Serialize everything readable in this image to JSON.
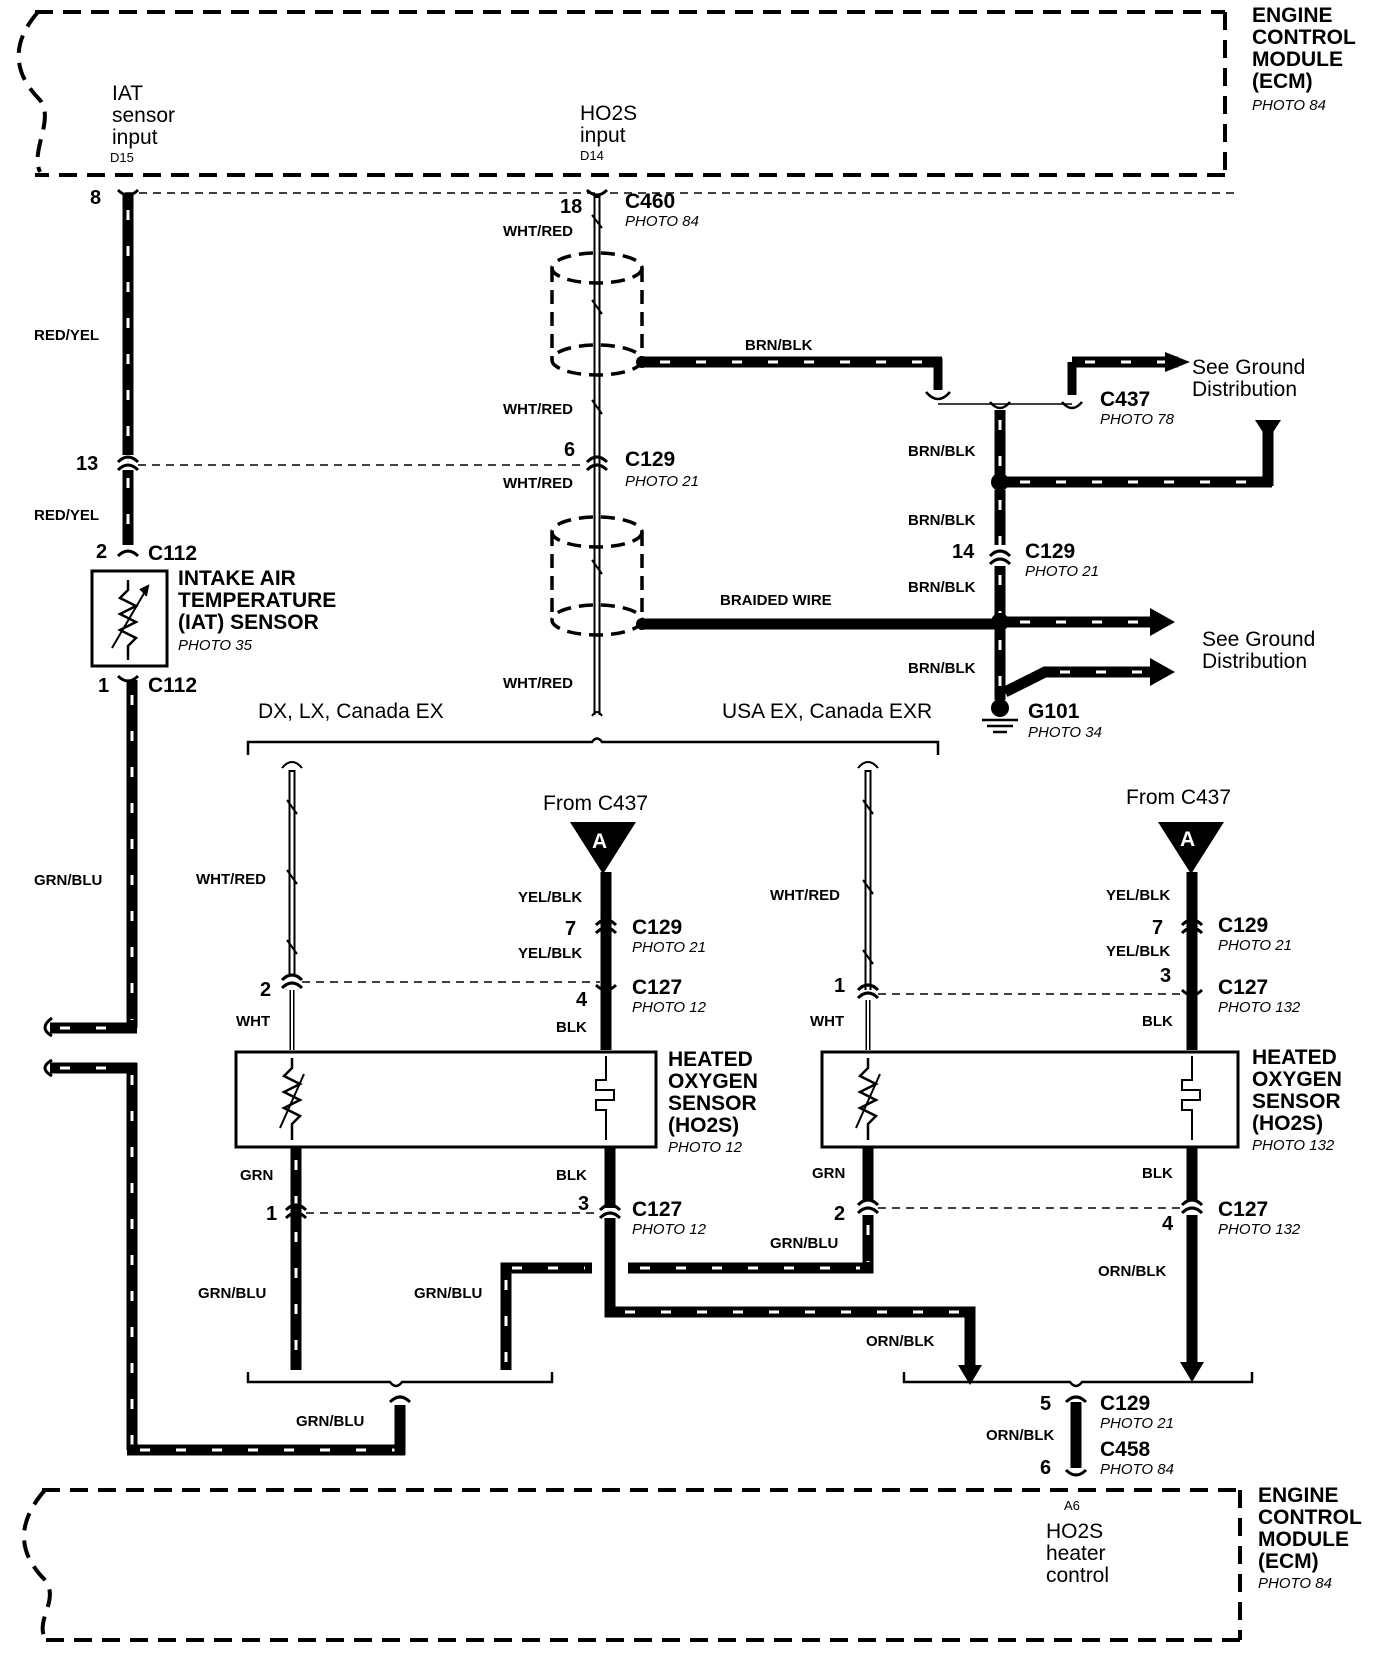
{
  "ecm_top": {
    "title_lines": [
      "ENGINE",
      "CONTROL",
      "MODULE",
      "(ECM)"
    ],
    "photo": "PHOTO 84",
    "iat_input": {
      "lines": [
        "IAT",
        "sensor",
        "input"
      ],
      "pin": "D15"
    },
    "ho2s_input": {
      "lines": [
        "HO2S",
        "input"
      ],
      "pin": "D14"
    }
  },
  "ecm_bottom": {
    "title_lines": [
      "ENGINE",
      "CONTROL",
      "MODULE",
      "(ECM)"
    ],
    "photo": "PHOTO 84",
    "heater": {
      "pin": "A6",
      "lines": [
        "HO2S",
        "heater",
        "control"
      ]
    }
  },
  "connectors": {
    "c460": {
      "name": "C460",
      "photo": "PHOTO 84",
      "pin_top": "18",
      "pin_left": "8"
    },
    "c129_a": {
      "name": "C129",
      "photo": "PHOTO 21",
      "pin_right": "6",
      "pin_left": "13"
    },
    "c112_top": {
      "name": "C112",
      "pin": "2"
    },
    "c112_bot": {
      "name": "C112",
      "pin": "1"
    },
    "c437": {
      "name": "C437",
      "photo": "PHOTO 78"
    },
    "c129_b": {
      "name": "C129",
      "photo": "PHOTO 21",
      "pin": "14"
    },
    "g101": {
      "name": "G101",
      "photo": "PHOTO 34"
    },
    "c129_l": {
      "name": "C129",
      "photo": "PHOTO 21",
      "pin": "7"
    },
    "c127_l_top": {
      "name": "C127",
      "photo": "PHOTO 12",
      "pin_left": "2",
      "pin_right": "4"
    },
    "c127_l_bot": {
      "name": "C127",
      "photo": "PHOTO 12",
      "pin_left": "1",
      "pin_right": "3"
    },
    "c129_r": {
      "name": "C129",
      "photo": "PHOTO 21",
      "pin": "7"
    },
    "c127_r_top": {
      "name": "C127",
      "photo": "PHOTO 132",
      "pin_left": "1",
      "pin_right": "3"
    },
    "c127_r_bot": {
      "name": "C127",
      "photo": "PHOTO 132",
      "pin_left": "2",
      "pin_right": "4"
    },
    "c129_bottom": {
      "name": "C129",
      "photo": "PHOTO 21",
      "pin": "5"
    },
    "c458": {
      "name": "C458",
      "photo": "PHOTO 84",
      "pin": "6"
    }
  },
  "iat_sensor": {
    "lines": [
      "INTAKE AIR",
      "TEMPERATURE",
      "(IAT) SENSOR"
    ],
    "photo": "PHOTO 35"
  },
  "ho2s_left": {
    "lines": [
      "HEATED",
      "OXYGEN",
      "SENSOR",
      "(HO2S)"
    ],
    "photo": "PHOTO 12"
  },
  "ho2s_right": {
    "lines": [
      "HEATED",
      "OXYGEN",
      "SENSOR",
      "(HO2S)"
    ],
    "photo": "PHOTO 132"
  },
  "variants": {
    "left": "DX, LX, Canada EX",
    "right": "USA EX, Canada EXR"
  },
  "from_left": {
    "text": "From C437",
    "letter": "A"
  },
  "from_right": {
    "text": "From C437",
    "letter": "A"
  },
  "ground_1": {
    "lines": [
      "See Ground",
      "Distribution"
    ]
  },
  "ground_2": {
    "lines": [
      "See Ground",
      "Distribution"
    ]
  },
  "wires": {
    "red_yel_1": "RED/YEL",
    "red_yel_2": "RED/YEL",
    "grn_blu_1": "GRN/BLU",
    "wht_red_1": "WHT/RED",
    "wht_red_2": "WHT/RED",
    "wht_red_3": "WHT/RED",
    "wht_red_4": "WHT/RED",
    "brn_blk_1": "BRN/BLK",
    "brn_blk_2": "BRN/BLK",
    "brn_blk_3": "BRN/BLK",
    "brn_blk_4": "BRN/BLK",
    "brn_blk_5": "BRN/BLK",
    "braided": "BRAIDED WIRE",
    "wht_red_l": "WHT/RED",
    "yel_blk_l1": "YEL/BLK",
    "yel_blk_l2": "YEL/BLK",
    "wht_l": "WHT",
    "blk_l1": "BLK",
    "grn_l": "GRN",
    "blk_l2": "BLK",
    "grn_blu_l1": "GRN/BLU",
    "grn_blu_l2": "GRN/BLU",
    "wht_red_r": "WHT/RED",
    "yel_blk_r1": "YEL/BLK",
    "yel_blk_r2": "YEL/BLK",
    "wht_r": "WHT",
    "blk_r1": "BLK",
    "grn_r": "GRN",
    "blk_r2": "BLK",
    "grn_blu_r": "GRN/BLU",
    "orn_blk_r": "ORN/BLK",
    "orn_blk_mid": "ORN/BLK",
    "grn_blu_bottom": "GRN/BLU",
    "orn_blk_bottom": "ORN/BLK"
  }
}
